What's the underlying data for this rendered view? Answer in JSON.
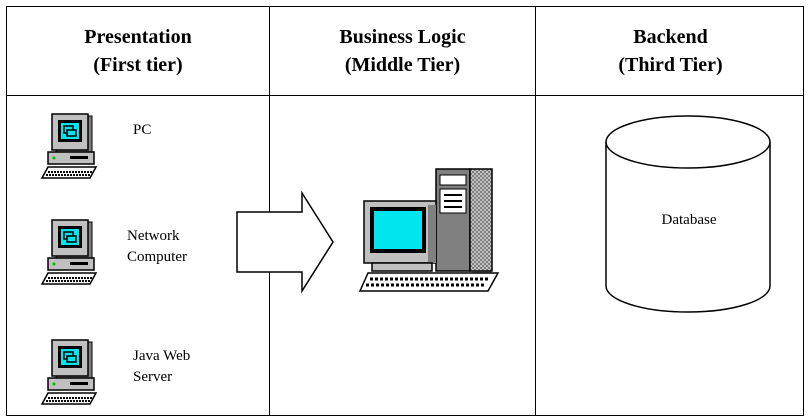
{
  "columns": [
    {
      "title": "Presentation",
      "subtitle": "(First tier)"
    },
    {
      "title": "Business Logic",
      "subtitle": "(Middle Tier)"
    },
    {
      "title": "Backend",
      "subtitle": "(Third Tier)"
    }
  ],
  "clients": [
    {
      "label_line1": "PC",
      "label_line2": ""
    },
    {
      "label_line1": "Network",
      "label_line2": "Computer"
    },
    {
      "label_line1": "Java Web",
      "label_line2": "Server"
    }
  ],
  "database": {
    "label": "Database"
  },
  "icons": {
    "client": "desktop-computer-icon",
    "server": "tower-computer-icon",
    "arrow": "right-arrow-icon",
    "database": "database-cylinder-icon"
  },
  "colors": {
    "screen": "#00e5ee",
    "computer_body": "#c0c0c0",
    "shadow": "#808080"
  }
}
